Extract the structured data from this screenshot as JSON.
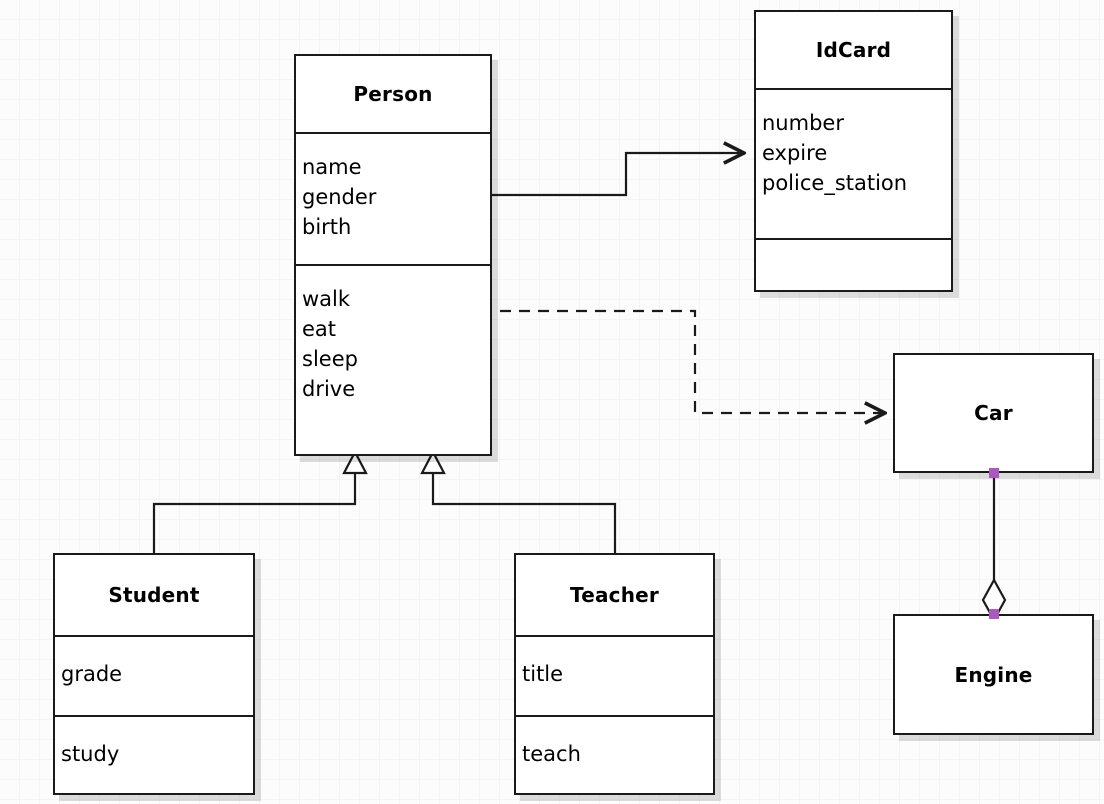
{
  "diagram": {
    "type": "uml-class-diagram",
    "background": "#fcfcfc",
    "grid_color": "#ececec",
    "line_color": "#1a1a1a",
    "handle_color": "#a95bbd",
    "classes": [
      {
        "id": "person",
        "name": "Person",
        "attributes_text": "name\ngender\nbirth",
        "methods_text": "walk\neat\nsleep\ndrive",
        "attributes": [
          "name",
          "gender",
          "birth"
        ],
        "methods": [
          "walk",
          "eat",
          "sleep",
          "drive"
        ]
      },
      {
        "id": "idcard",
        "name": "IdCard",
        "attributes_text": "number\nexpire\npolice_station",
        "methods_text": "",
        "attributes": [
          "number",
          "expire",
          "police_station"
        ],
        "methods": []
      },
      {
        "id": "student",
        "name": "Student",
        "attributes_text": "grade",
        "methods_text": "study",
        "attributes": [
          "grade"
        ],
        "methods": [
          "study"
        ]
      },
      {
        "id": "teacher",
        "name": "Teacher",
        "attributes_text": "title",
        "methods_text": "teach",
        "attributes": [
          "title"
        ],
        "methods": [
          "teach"
        ]
      },
      {
        "id": "car",
        "name": "Car",
        "attributes_text": "",
        "methods_text": "",
        "attributes": [],
        "methods": []
      },
      {
        "id": "engine",
        "name": "Engine",
        "attributes_text": "",
        "methods_text": "",
        "attributes": [],
        "methods": []
      }
    ],
    "relationships": [
      {
        "id": "person-idcard",
        "kind": "association",
        "from": "Person",
        "to": "IdCard",
        "line": "solid",
        "arrow": "open-arrow"
      },
      {
        "id": "person-car",
        "kind": "dependency",
        "from": "Person",
        "to": "Car",
        "line": "dashed",
        "arrow": "open-arrow"
      },
      {
        "id": "student-person",
        "kind": "generalization",
        "from": "Student",
        "to": "Person",
        "line": "solid",
        "arrow": "hollow-triangle"
      },
      {
        "id": "teacher-person",
        "kind": "generalization",
        "from": "Teacher",
        "to": "Person",
        "line": "solid",
        "arrow": "hollow-triangle"
      },
      {
        "id": "car-engine",
        "kind": "aggregation",
        "from": "Car",
        "to": "Engine",
        "line": "solid",
        "arrow": "hollow-diamond"
      }
    ]
  }
}
